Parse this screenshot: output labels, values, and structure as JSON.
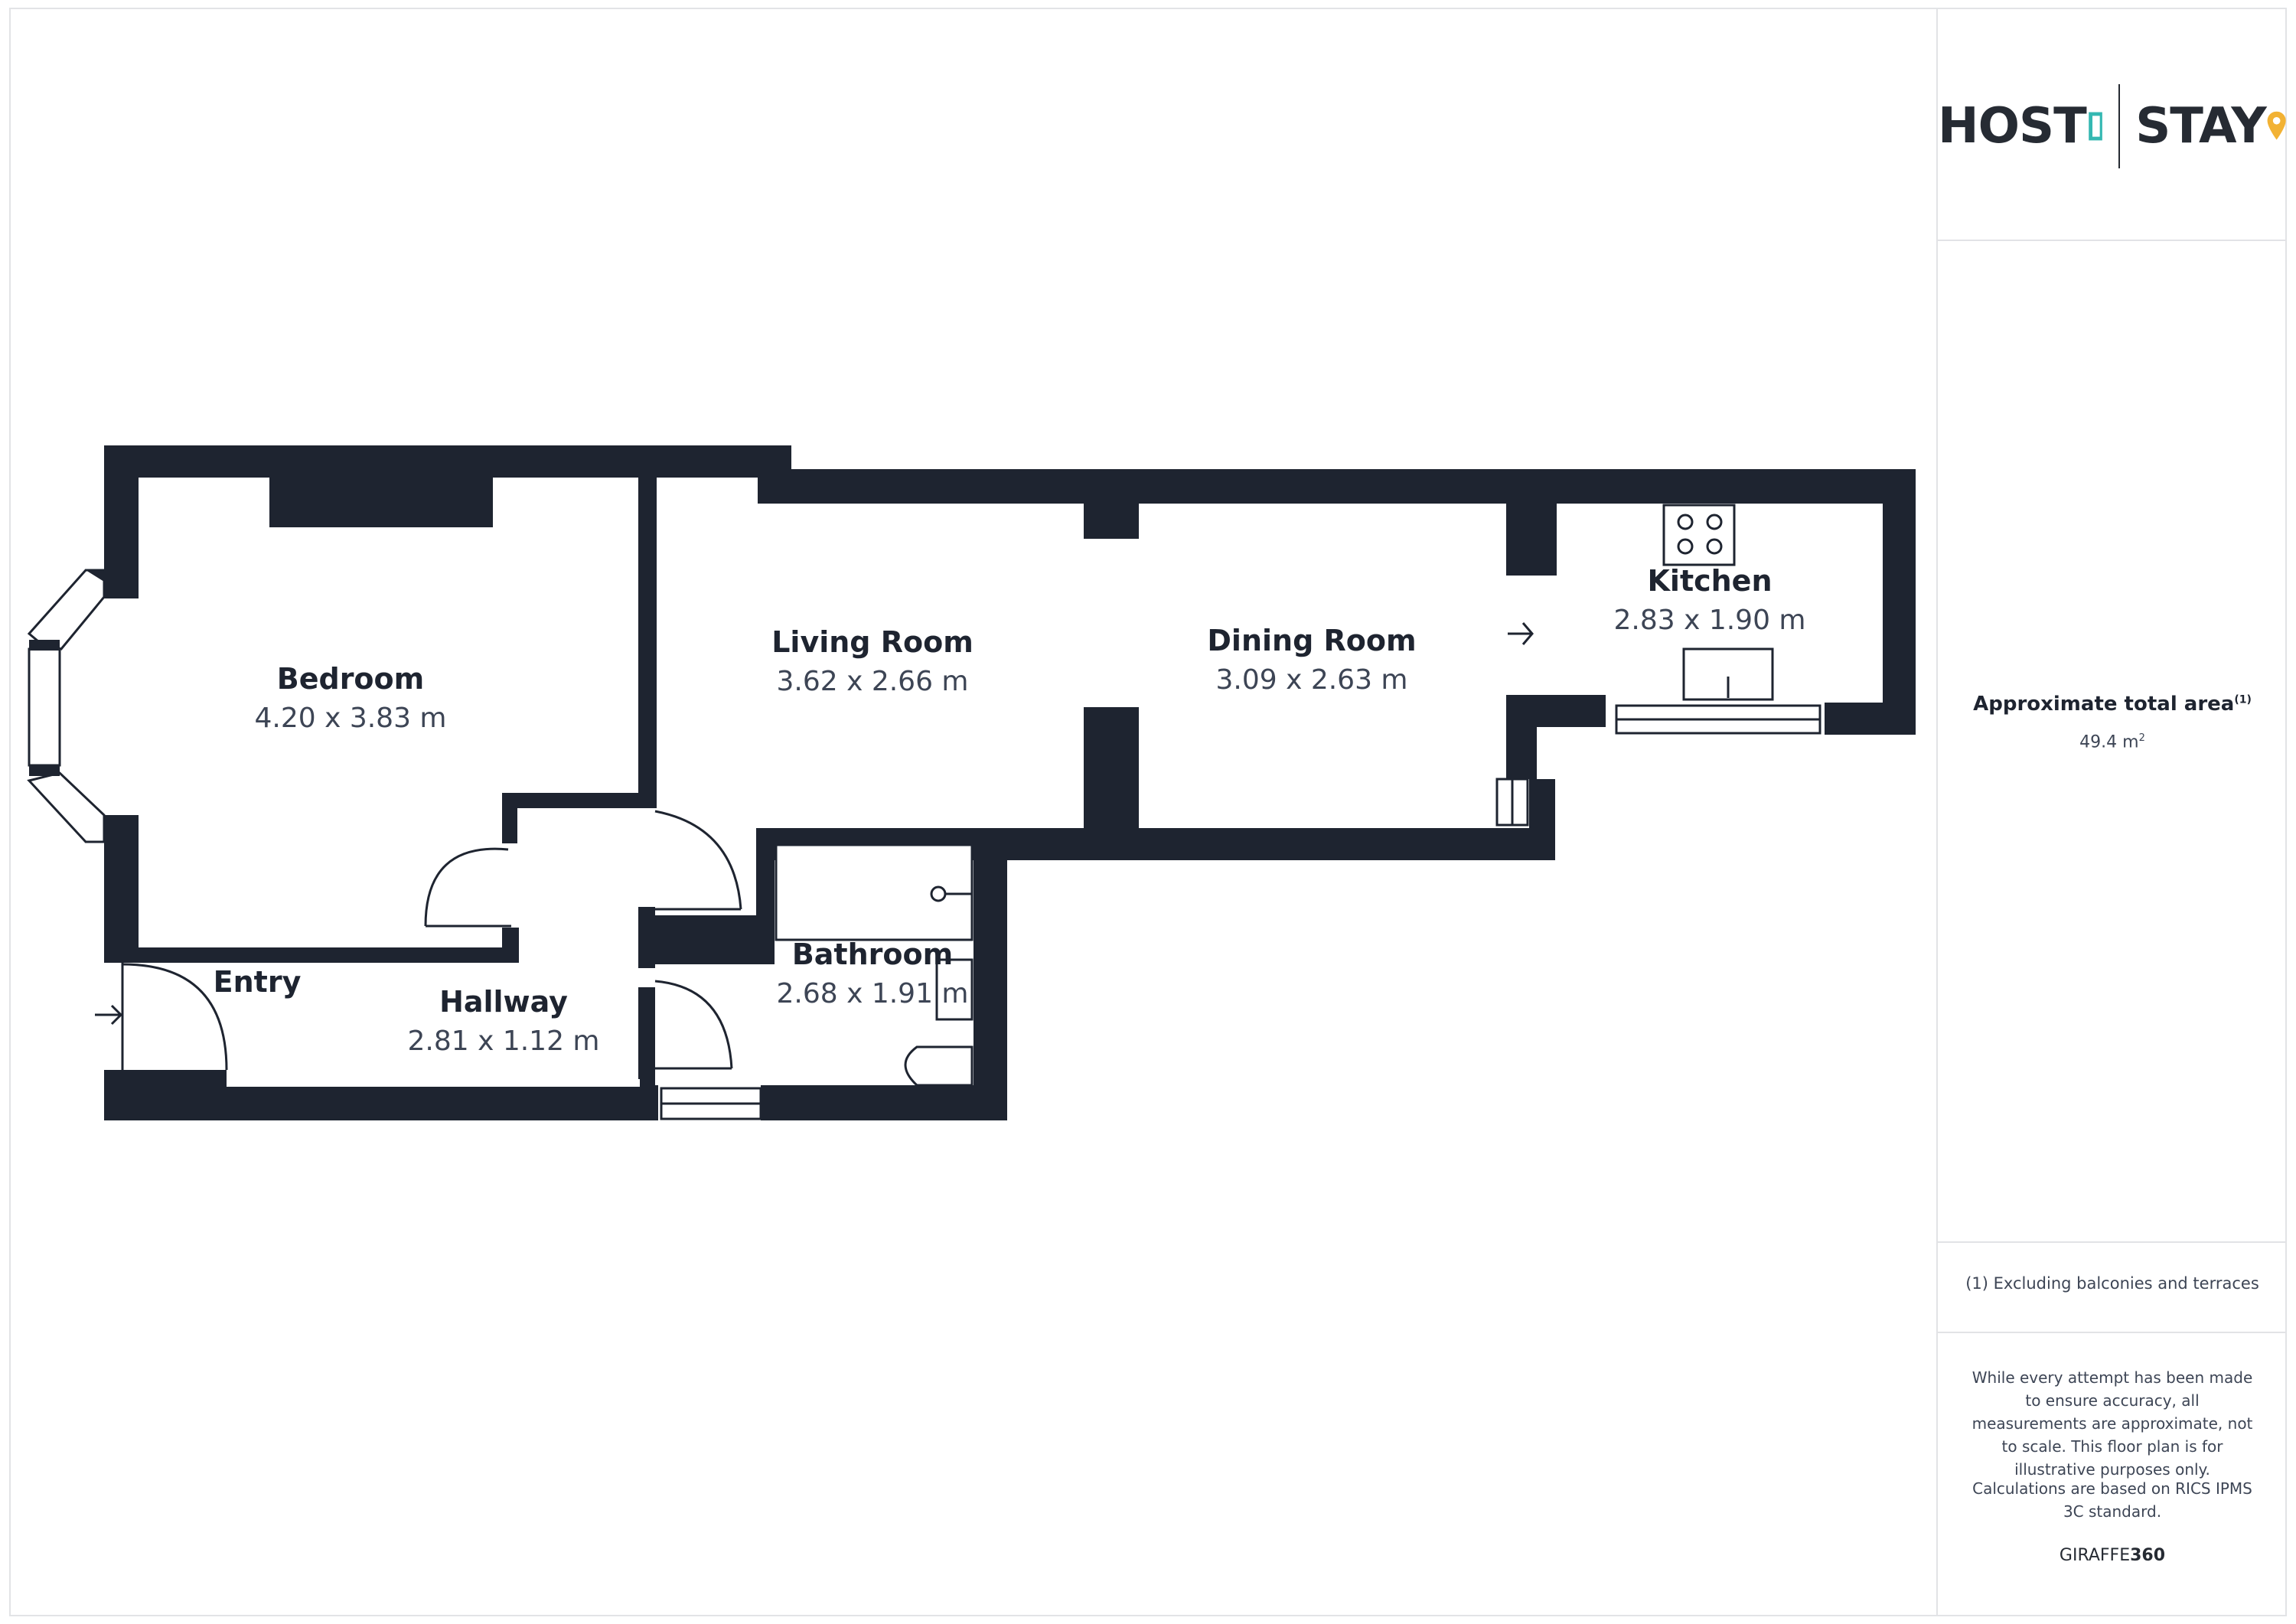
{
  "logo": {
    "left_word": "HOST",
    "right_word": "STAY",
    "door_icon_color": "#34b8b2",
    "pin_icon_color": "#f2b234",
    "text_color": "#262b33"
  },
  "plan": {
    "wall_color": "#1e2430",
    "rooms": [
      {
        "name": "Bedroom",
        "dims": "4.20 x 3.83 m"
      },
      {
        "name": "Living Room",
        "dims": "3.62 x 2.66 m"
      },
      {
        "name": "Dining Room",
        "dims": "3.09 x 2.63 m"
      },
      {
        "name": "Kitchen",
        "dims": "2.83 x 1.90 m"
      },
      {
        "name": "Entry",
        "dims": ""
      },
      {
        "name": "Hallway",
        "dims": "2.81 x 1.12 m"
      },
      {
        "name": "Bathroom",
        "dims": "2.68 x 1.91 m"
      }
    ]
  },
  "summary": {
    "area_label": "Approximate total area",
    "area_footnote_mark": "(1)",
    "area_value": "49.4 m",
    "area_unit_sup": "2"
  },
  "footnote": "(1) Excluding balconies and terraces",
  "disclaimer": "While every attempt has been made to ensure accuracy, all measurements are approximate, not to scale. This floor plan is for illustrative purposes only.",
  "calculation_note": "Calculations are based on RICS IPMS 3C standard.",
  "brand": {
    "prefix": "GIRAFFE",
    "suffix": "360"
  }
}
